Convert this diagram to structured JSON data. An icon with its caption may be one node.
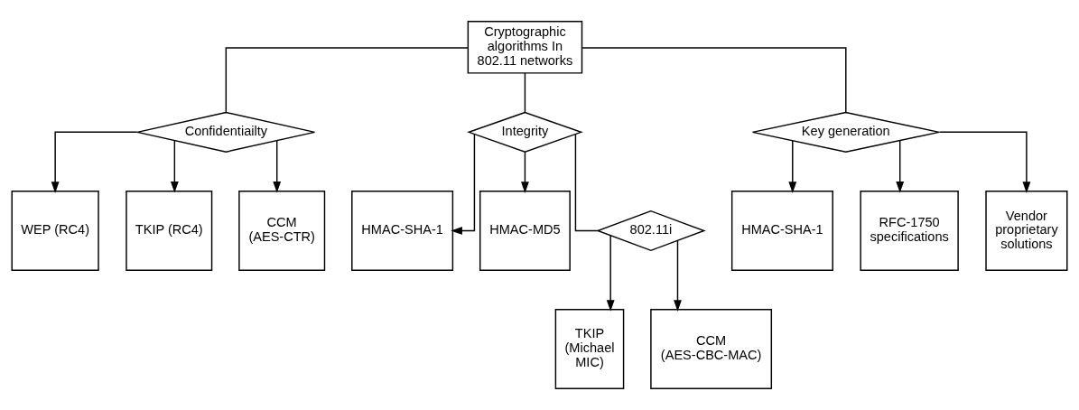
{
  "diagram": {
    "nodes": [
      {
        "text": [
          "Cryptographic algorithms In 802.11 networks"
        ]
      },
      {
        "text": [
          "Confidentiailty"
        ]
      },
      {
        "text": [
          "Integrity"
        ]
      },
      {
        "text": [
          "Key generation"
        ]
      },
      {
        "text": [
          "WEP (RC4)"
        ]
      },
      {
        "text": [
          "TKIP (RC4)"
        ]
      },
      {
        "text": [
          "CCM (AES-CTR)"
        ]
      },
      {
        "text": [
          "HMAC-SHA-1"
        ]
      },
      {
        "text": [
          "HMAC-MD5"
        ]
      },
      {
        "text": [
          "802.11i"
        ]
      },
      {
        "text": [
          "TKIP (Michael MIC)"
        ]
      },
      {
        "text": [
          "CCM (AES-CBC-MAC)"
        ]
      },
      {
        "text": [
          "HMAC-SHA-1"
        ]
      },
      {
        "text": [
          "RFC-1750 specifications"
        ]
      },
      {
        "text": [
          "Vendor proprietary solutions"
        ]
      }
    ],
    "edges": [
      {
        "from": 0,
        "to": 1,
        "arrow": "none"
      },
      {
        "from": 0,
        "to": 2,
        "arrow": "none"
      },
      {
        "from": 0,
        "to": 3,
        "arrow": "none"
      },
      {
        "from": 1,
        "to": 4,
        "arrow": "to"
      },
      {
        "from": 1,
        "to": 5,
        "arrow": "to"
      },
      {
        "from": 1,
        "to": 6,
        "arrow": "to"
      },
      {
        "from": 2,
        "to": 7,
        "arrow": "to"
      },
      {
        "from": 2,
        "to": 8,
        "arrow": "to"
      },
      {
        "from": 2,
        "to": 9,
        "arrow": "none"
      },
      {
        "from": 9,
        "to": 10,
        "arrow": "to"
      },
      {
        "from": 9,
        "to": 11,
        "arrow": "to"
      },
      {
        "from": 3,
        "to": 12,
        "arrow": "to"
      },
      {
        "from": 3,
        "to": 13,
        "arrow": "to"
      },
      {
        "from": 3,
        "to": 14,
        "arrow": "to"
      }
    ]
  }
}
